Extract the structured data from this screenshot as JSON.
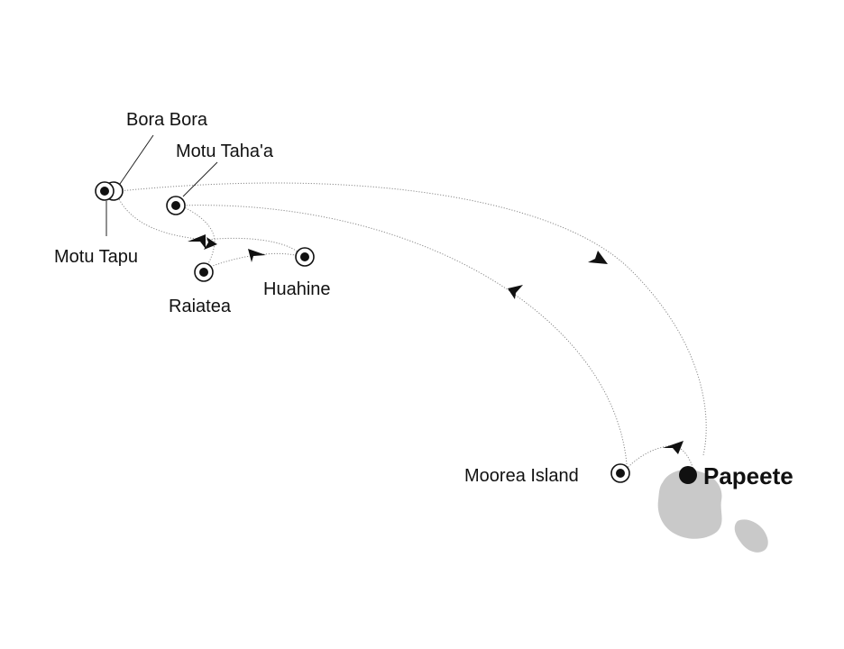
{
  "ports": {
    "bora_bora": "Bora Bora",
    "motu_tahaa": "Motu Taha'a",
    "motu_tapu": "Motu Tapu",
    "raiatea": "Raiatea",
    "huahine": "Huahine",
    "moorea": "Moorea Island",
    "papeete": "Papeete"
  },
  "colors": {
    "route": "#8a8a8a",
    "marker": "#111111",
    "land": "#c9c9c9"
  },
  "icons": {
    "port": "port-marker-icon",
    "home_port": "home-port-icon",
    "direction": "direction-arrow-icon"
  }
}
